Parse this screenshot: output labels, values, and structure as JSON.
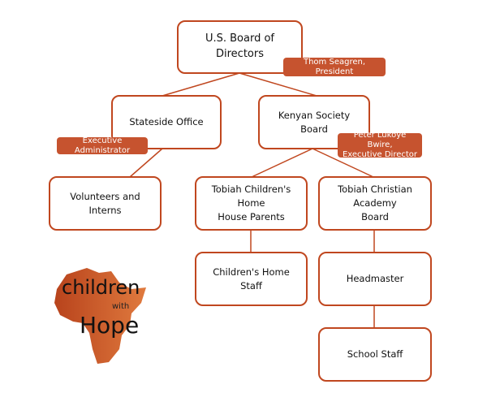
{
  "accent_color": "#c0471f",
  "nodes": {
    "board": "U.S. Board of Directors",
    "board_badge": "Thom Seagren, President",
    "stateside": "Stateside Office",
    "stateside_badge": "Executive Administrator",
    "kenyan": "Kenyan Society Board",
    "kenyan_badge_1": "Peter Lukoye Bwire,",
    "kenyan_badge_2": "Executive Director",
    "volunteers": "Volunteers and Interns",
    "home_parents_1": "Tobiah Children's Home",
    "home_parents_2": "House Parents",
    "academy_1": "Tobiah Christian Academy",
    "academy_2": "Board",
    "home_staff": "Children's Home Staff",
    "headmaster": "Headmaster",
    "school_staff": "School Staff"
  },
  "logo": {
    "line1": "children",
    "line2": "with",
    "line3": "Hope"
  }
}
